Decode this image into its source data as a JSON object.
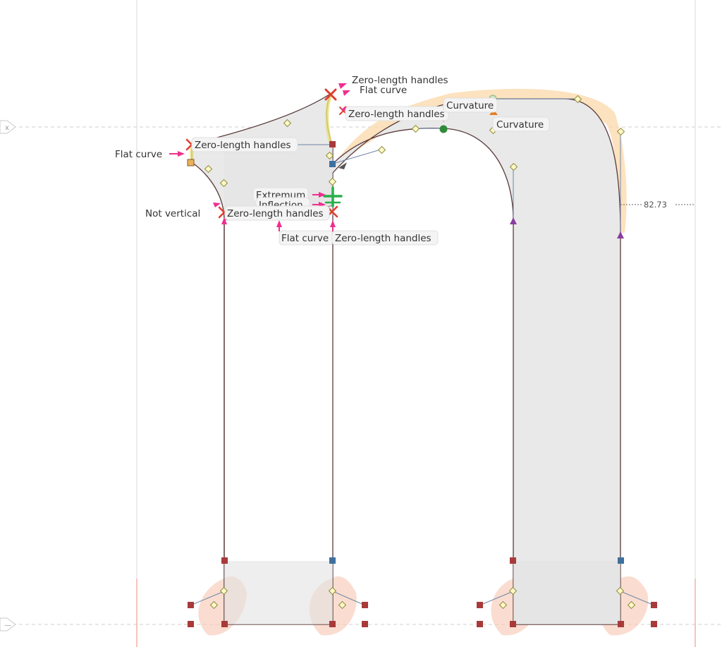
{
  "glyph_editor": {
    "guides": {
      "xheight_marker": "x",
      "baseline_marker": "—"
    },
    "measurement": {
      "stem_width": "82.73"
    },
    "annotations": [
      {
        "id": "zlh-top",
        "text": "Zero-length handles"
      },
      {
        "id": "flat-top",
        "text": "Flat curve"
      },
      {
        "id": "zlh-mid",
        "text": "Zero-length handles"
      },
      {
        "id": "curv-1",
        "text": "Curvature"
      },
      {
        "id": "curv-2",
        "text": "Curvature"
      },
      {
        "id": "flat-left",
        "text": "Flat curve"
      },
      {
        "id": "zlh-left",
        "text": "Zero-length handles"
      },
      {
        "id": "extremum",
        "text": "Extremum"
      },
      {
        "id": "inflection",
        "text": "Inflection"
      },
      {
        "id": "notvert",
        "text": "Not vertical"
      },
      {
        "id": "zlh-bottom",
        "text": "Zero-length handles"
      },
      {
        "id": "flat-bottom",
        "text": "Flat curve"
      },
      {
        "id": "zlh-bottom2",
        "text": "Zero-length handles"
      }
    ],
    "colors": {
      "glyph_fill": "#e9e9e9",
      "outline": "#5a3a3a",
      "corner_node": "#a83a3a",
      "smooth_node": "#3f6f9f",
      "handle": "#e8e07a",
      "problem_marker": "#e03c31",
      "arrow": "#ef2f8f",
      "curvature_comb": "#f7c886",
      "extremum_marker": "#27b04a",
      "extremum_dot": "#2e8b3a",
      "tangent_arrow": "#e77d1e",
      "vertical_marker": "#8a3da0"
    }
  }
}
